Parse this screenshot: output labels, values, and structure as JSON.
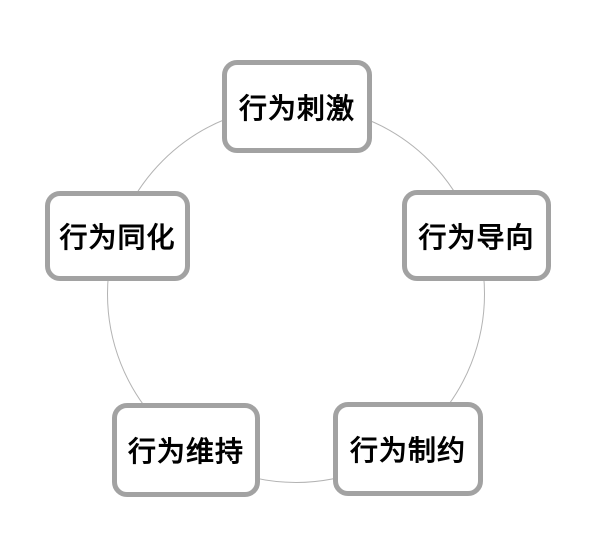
{
  "diagram": {
    "type": "cycle",
    "nodes": [
      {
        "id": "stimulus",
        "label": "行为刺激",
        "position": "top"
      },
      {
        "id": "orientation",
        "label": "行为导向",
        "position": "right"
      },
      {
        "id": "constraint",
        "label": "行为制约",
        "position": "bottom-right"
      },
      {
        "id": "maintenance",
        "label": "行为维持",
        "position": "bottom-left"
      },
      {
        "id": "assimilation",
        "label": "行为同化",
        "position": "left"
      }
    ],
    "colors": {
      "box_border": "#a2a2a2",
      "circle_line": "#b3b3b3",
      "text": "#000000",
      "background": "#ffffff"
    }
  }
}
